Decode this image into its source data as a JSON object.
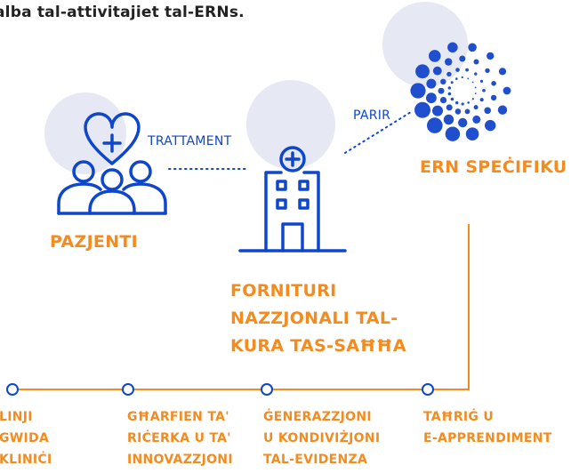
{
  "title": "alba tal-attivitajiet tal-ERNs.",
  "labels": {
    "trattament": "TRATTAMENT",
    "parir": "PARIR",
    "pazjenti": "PAZJENTI",
    "ern": "ERN SPEĊIFIKU",
    "fornituri": [
      "FORNITURI",
      "NAZZJONALI TAL-",
      "KURA TAS-SAĦĦA"
    ]
  },
  "activities": [
    {
      "lines": [
        "LINJI",
        "GWIDA",
        "KLINIĊI"
      ]
    },
    {
      "lines": [
        "GĦARFIEN TA'",
        "RIĊERKA U TA'",
        "INNOVAZZJONI"
      ]
    },
    {
      "lines": [
        "ĠENERAZZJONI",
        "U KONDIVIŻJONI",
        "TAL-EVIDENZA"
      ]
    },
    {
      "lines": [
        "TAĦRIĠ U",
        "E-APPRENDIMENT"
      ]
    }
  ],
  "colors": {
    "blue": "#0e47cb",
    "orange": "#f38b1f",
    "bubble": "#e6e9f3",
    "dots": "#1f4fcf"
  }
}
